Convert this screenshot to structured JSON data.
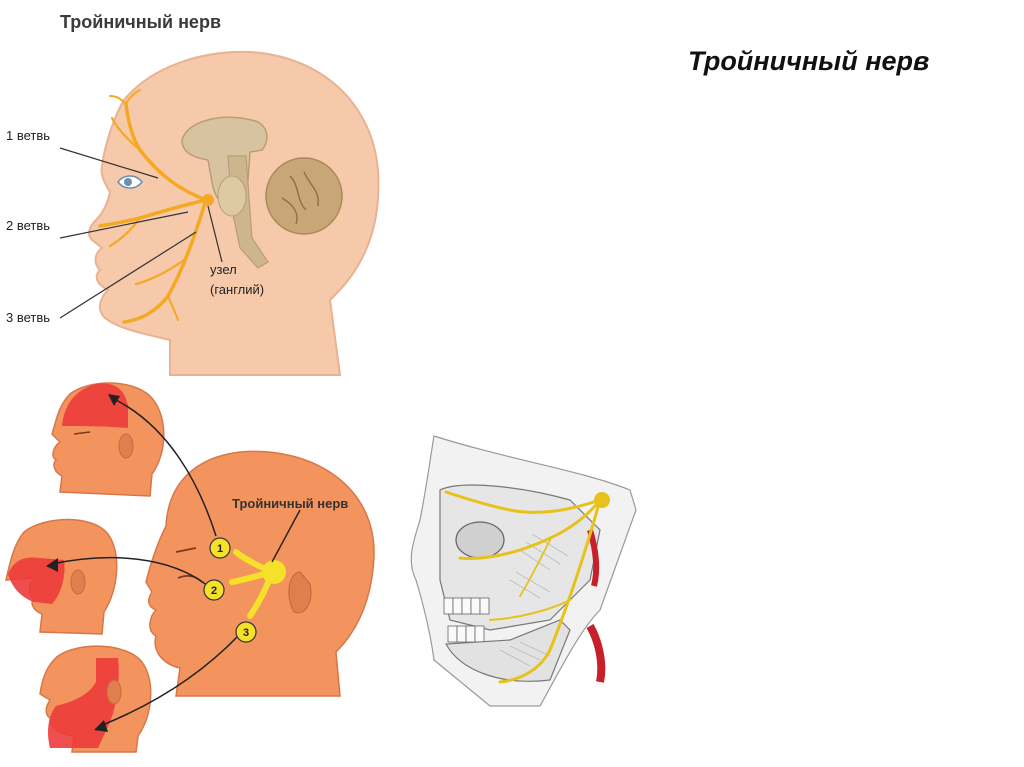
{
  "slide": {
    "title": "Тройничный нерв"
  },
  "diagram_top": {
    "title": "Тройничный нерв",
    "labels": [
      "1 ветвь",
      "2 ветвь",
      "3 ветвь"
    ],
    "ganglion_label_line1": "узел",
    "ganglion_label_line2": "(ганглий)"
  },
  "diagram_bottom": {
    "nerve_label": "Тройничный нерв",
    "branch_numbers": [
      "1",
      "2",
      "3"
    ]
  },
  "colors": {
    "skin": "#f6c9aa",
    "skin_outline": "#e3a98a",
    "brain": "#d8c3a0",
    "nerve": "#f4a823",
    "head_orange": "#f3945e",
    "pain_red": "#ec3b3b",
    "badge_yellow": "#f6e12a"
  }
}
